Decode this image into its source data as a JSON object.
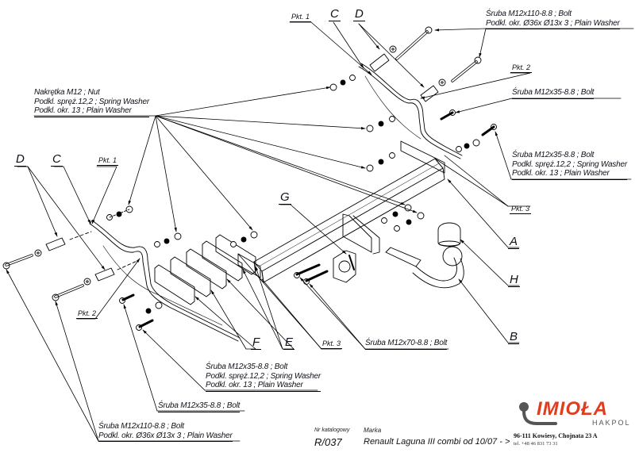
{
  "colors": {
    "line": "#000000",
    "text": "#10101a",
    "brand_red": "#e03c1e",
    "brand_gray": "#555555",
    "background": "#ffffff"
  },
  "callouts": {
    "nut_group": [
      "Nakrętka  M12 ; Nut",
      "Podkl. spręż.12,2 ; Spring Washer",
      "Podkl. okr. 13 ; Plain Washer"
    ],
    "bolt110_top": [
      "Śruba M12x110-8.8 ;  Bolt",
      "Podkl. okr.  Ø36x Ø13x 3 ; Plain Washer"
    ],
    "bolt35_top": [
      "Śruba M12x35-8.8 ;  Bolt"
    ],
    "bolt35_right": [
      "Śruba M12x35-8.8 ;  Bolt",
      "Podkl. spręż.12,2 ; Spring Washer",
      "Podkl. okr. 13 ; Plain Washer"
    ],
    "bolt35_bottom": [
      "Śruba M12x35-8.8 ;  Bolt",
      "Podkl. spręż.12,2 ; Spring Washer",
      "Podkl. okr. 13 ; Plain Washer"
    ],
    "bolt35_single": [
      "Śruba M12x35-8.8 ;  Bolt"
    ],
    "bolt110_bottom": [
      "Śruba M12x110-8.8 ;  Bolt",
      "Podkl. okr.  Ø36x Ø13x 3 ; Plain Washer"
    ],
    "bolt70": [
      "Śruba M12x70-8.8 ;  Bolt"
    ]
  },
  "part_letters": {
    "C_top": "C",
    "D_top": "D",
    "C_left": "C",
    "D_left": "D",
    "A": "A",
    "H": "H",
    "B": "B",
    "G": "G",
    "F": "F",
    "E": "E"
  },
  "points": {
    "pkt1_top": "Pkt. 1",
    "pkt2_top": "Pkt. 2",
    "pkt3_right": "Pkt. 3",
    "pkt1_left": "Pkt. 1",
    "pkt2_left": "Pkt. 2",
    "pkt3_bottom": "Pkt. 3"
  },
  "title_block": {
    "catalog_label": "Nr katalogowy",
    "catalog_number": "R/037",
    "make_label": "Marka",
    "model": "Renault Laguna III combi   od  10/07 - >"
  },
  "logo": {
    "brand": "IMIOŁA",
    "subtitle": "HAKPOL",
    "address": "96-111 Kowiesy, Chojnata 23 A",
    "phone": "tel. +48 46 831 73 31"
  }
}
